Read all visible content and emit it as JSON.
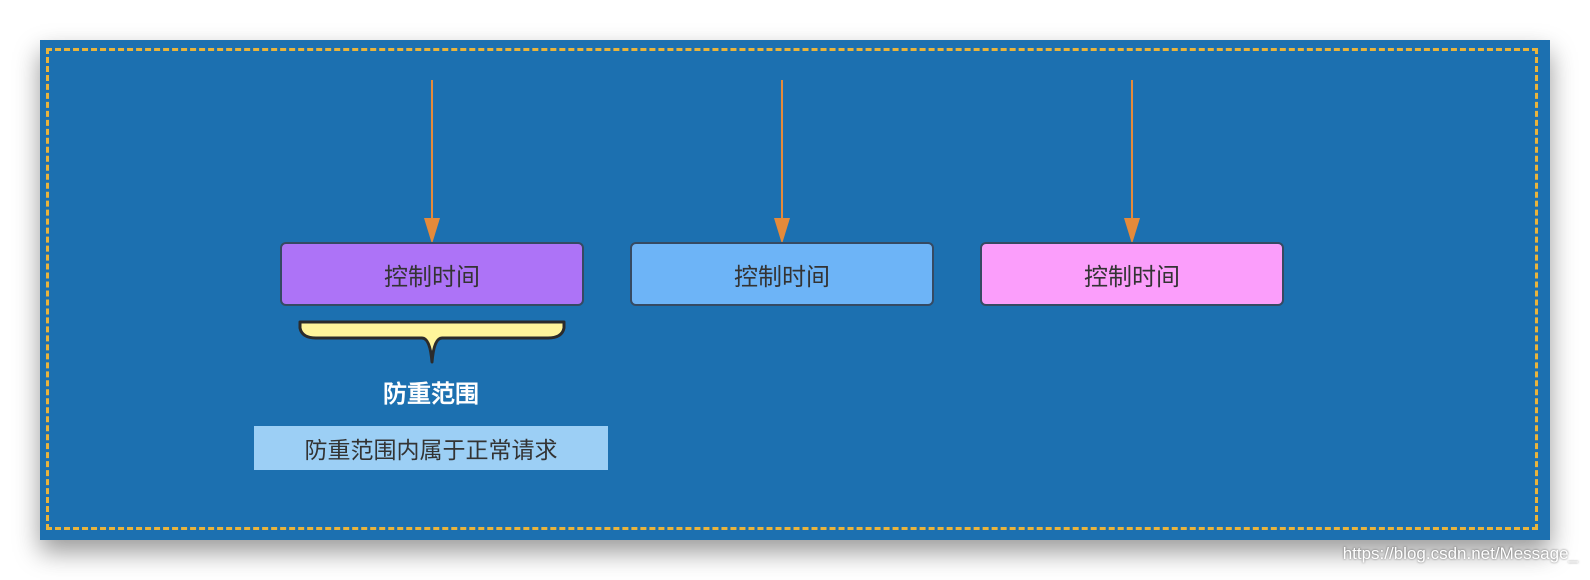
{
  "diagram": {
    "boxes": [
      {
        "label": "控制时间",
        "color": "#ad73f7"
      },
      {
        "label": "控制时间",
        "color": "#6db4f7"
      },
      {
        "label": "控制时间",
        "color": "#fb9efb"
      }
    ],
    "brace": {
      "label": "防重范围",
      "fill_color": "#fff59b"
    },
    "note": {
      "text": "防重范围内属于正常请求"
    },
    "colors": {
      "panel": "#1c70b0",
      "frame_dash": "#e9b43c",
      "arrow": "#e58a3a"
    }
  },
  "watermark": "https://blog.csdn.net/Message_"
}
